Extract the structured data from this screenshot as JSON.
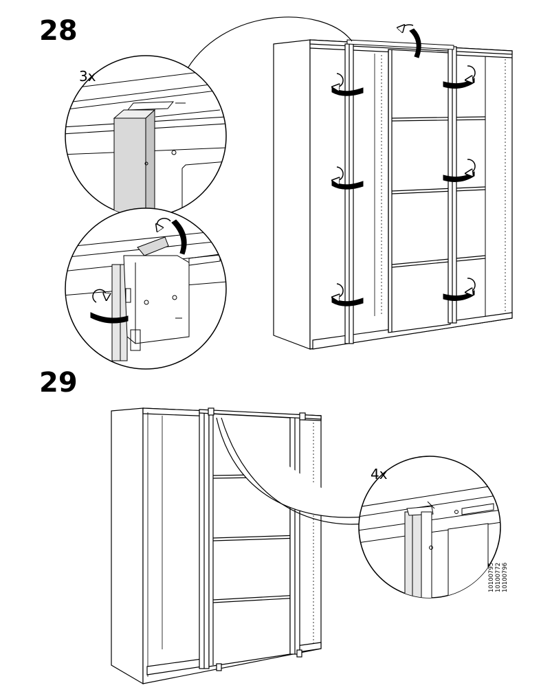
{
  "steps": [
    {
      "number": "28",
      "callouts": [
        {
          "quantity": "3x"
        }
      ]
    },
    {
      "number": "29",
      "callouts": [
        {
          "quantity": "4x"
        }
      ]
    }
  ],
  "article_numbers": [
    "10100795",
    "10100772",
    "10100796"
  ]
}
